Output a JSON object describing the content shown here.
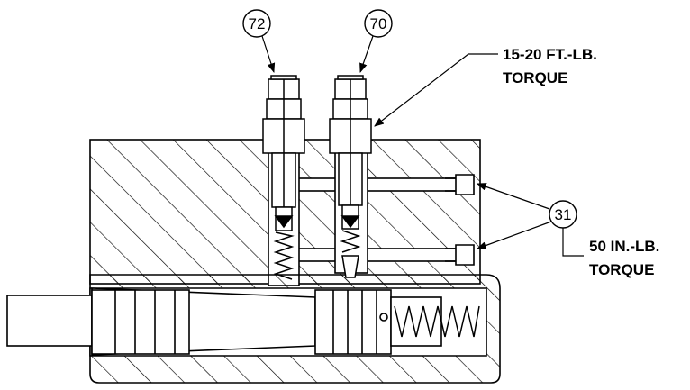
{
  "diagram": {
    "callouts": [
      {
        "id": "c72",
        "label": "72"
      },
      {
        "id": "c70",
        "label": "70"
      },
      {
        "id": "c31",
        "label": "31"
      }
    ],
    "notes": {
      "ft_torque": {
        "line1": "15-20 FT.-LB.",
        "line2": "TORQUE"
      },
      "in_torque": {
        "line1": "50 IN.-LB.",
        "line2": "TORQUE"
      }
    },
    "colors": {
      "line": "#000000",
      "background": "#ffffff"
    }
  }
}
